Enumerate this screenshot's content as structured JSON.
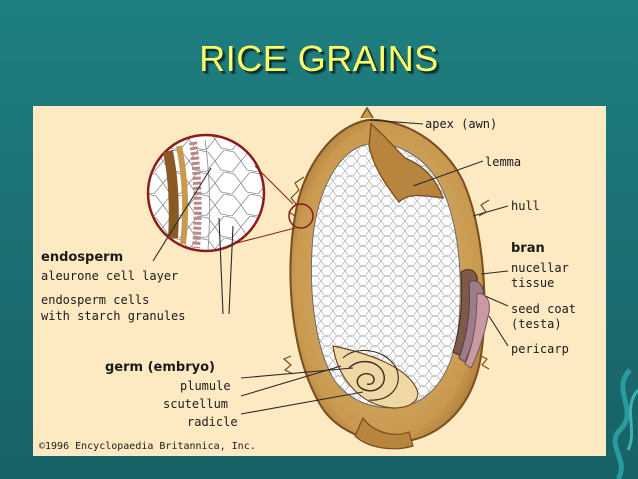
{
  "title": "RICE GRAINS",
  "labels": {
    "apex": "apex (awn)",
    "lemma": "lemma",
    "hull": "hull",
    "bran": "bran",
    "nucellar_1": "nucellar",
    "nucellar_2": "tissue",
    "seed_coat_1": "seed coat",
    "seed_coat_2": "(testa)",
    "pericarp": "pericarp",
    "endosperm": "endosperm",
    "aleurone": "aleurone cell layer",
    "endo_cells_1": "endosperm cells",
    "endo_cells_2": "with starch granules",
    "germ": "germ (embryo)",
    "plumule": "plumule",
    "scutellum": "scutellum",
    "radicle": "radicle",
    "copyright": "©1996 Encyclopaedia Britannica, Inc."
  },
  "colors": {
    "title": "#ffff66",
    "panel": "#fde9c2",
    "hull": "#c9994f",
    "hull_dark": "#8a5a24",
    "endosperm": "#ffffff",
    "cell_line": "#9a9a9a",
    "bran_purple": "#9b7c88",
    "pericarp_pink": "#c99aa2"
  }
}
